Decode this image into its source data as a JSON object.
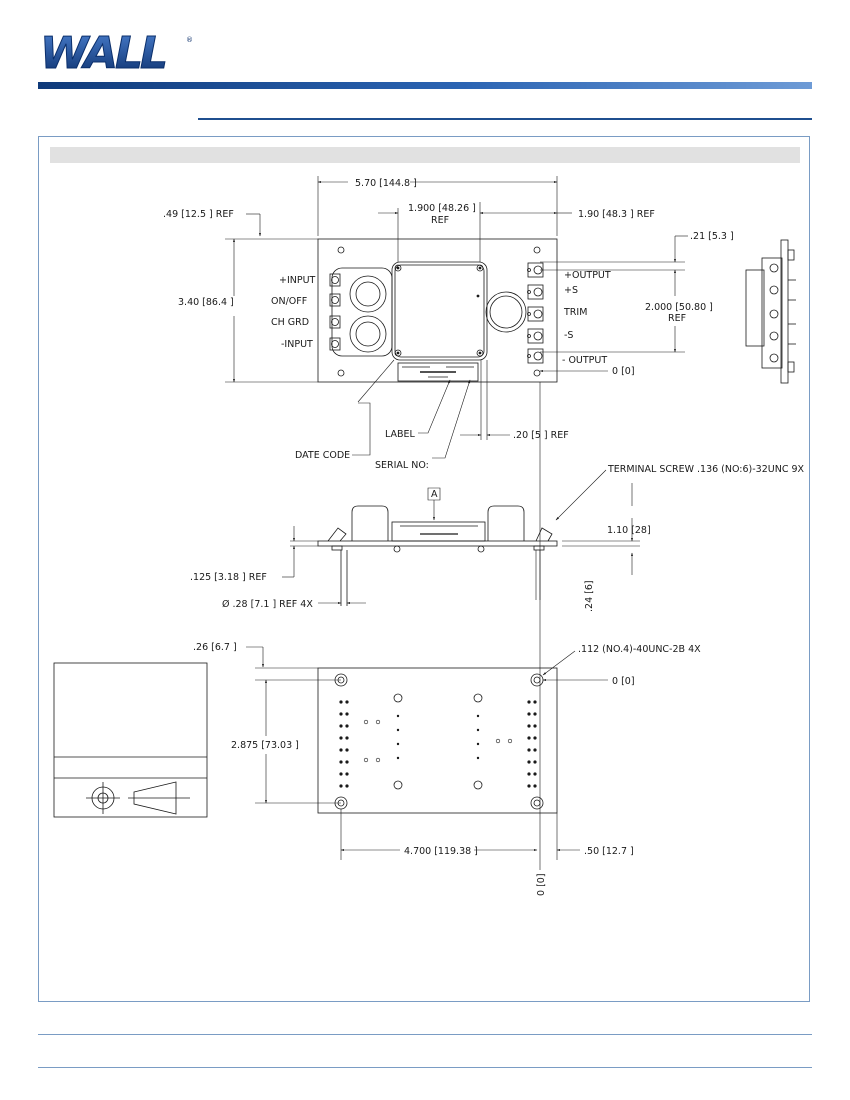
{
  "brand": {
    "logo_text": "WALL",
    "registered": "®"
  },
  "front_view": {
    "dims": {
      "overall_width": "5.70 [144.8 ]",
      "top_offset": ".49 [12.5 ]  REF",
      "cover_width": "1.900 [48.26 ]",
      "cover_ref": "REF",
      "right_offset": "1.90 [48.3 ]  REF",
      "right_top": ".21 [5.3 ]",
      "overall_height": "3.40 [86.4 ]",
      "output_spacing": "2.000 [50.80 ]",
      "output_ref": "REF",
      "origin": "0 [0]",
      "small_offset": ".20 [5 ]  REF"
    },
    "left_terminals": [
      "+INPUT",
      "ON/OFF",
      "CH GRD",
      "-INPUT"
    ],
    "right_terminals": [
      "+OUTPUT",
      "+S",
      "TRIM",
      "-S",
      "- OUTPUT"
    ],
    "callouts": {
      "date_code": "DATE CODE",
      "label": "LABEL",
      "serial": "SERIAL NO:"
    }
  },
  "side_view": {
    "terminal_screw": "TERMINAL SCREW  .136 (NO:6)-32UNC 9X",
    "datum": "A",
    "height": "1.10 [28]",
    "base": ".125 [3.18 ]  REF",
    "pin_dia": "Ø .28 [7.1 ]  REF 4X",
    "pin_len": ".24 [6]"
  },
  "bottom_view": {
    "top_offset": ".26 [6.7 ]",
    "thread": ".112 (NO.4)-40UNC-2B 4X",
    "origin_top": "0 [0]",
    "hole_spacing_v": "2.875 [73.03 ]",
    "hole_spacing_h": "4.700 [119.38 ]",
    "right_offset": ".50 [12.7 ]",
    "origin_bottom": "0 [0]"
  }
}
